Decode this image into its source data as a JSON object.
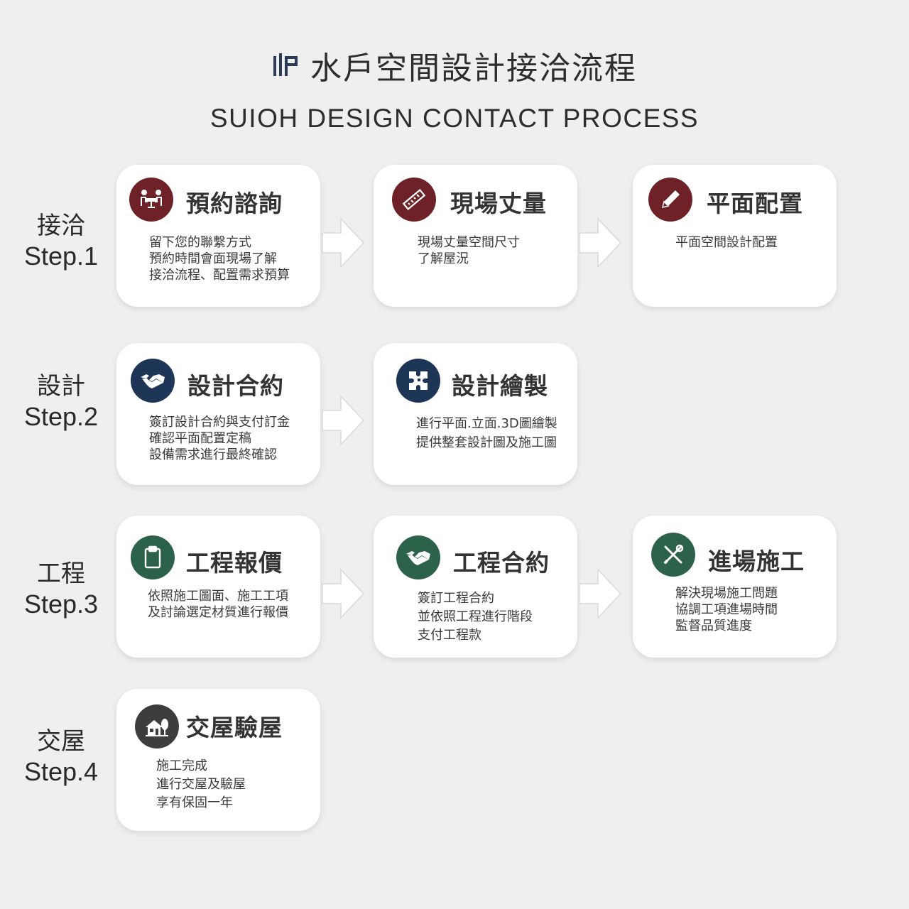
{
  "header": {
    "title_zh": "水戶空間設計接洽流程",
    "title_en": "SUIOH DESIGN CONTACT PROCESS"
  },
  "steps": [
    {
      "zh": "接洽",
      "en": "Step.1",
      "cards": [
        {
          "title": "預約諮詢",
          "icon": "meeting-icon",
          "color": "#6e2227",
          "lines": [
            "留下您的聯繫方式",
            "預約時間會面現場了解",
            "接洽流程、配置需求預算"
          ]
        },
        {
          "title": "現場丈量",
          "icon": "ruler-icon",
          "color": "#6e2227",
          "lines": [
            "現場丈量空間尺寸",
            "了解屋況"
          ]
        },
        {
          "title": "平面配置",
          "icon": "pencil-icon",
          "color": "#6e2227",
          "lines": [
            "平面空間設計配置"
          ]
        }
      ]
    },
    {
      "zh": "設計",
      "en": "Step.2",
      "cards": [
        {
          "title": "設計合約",
          "icon": "handshake-icon",
          "color": "#1d3557",
          "lines": [
            "簽訂設計合約與支付訂金",
            "確認平面配置定稿",
            "設備需求進行最終確認"
          ]
        },
        {
          "title": "設計繪製",
          "icon": "puzzle-icon",
          "color": "#1d3557",
          "lines": [
            "進行平面.立面.3D圖繪製",
            "提供整套設計圖及施工圖"
          ]
        }
      ]
    },
    {
      "zh": "工程",
      "en": "Step.3",
      "cards": [
        {
          "title": "工程報價",
          "icon": "clipboard-icon",
          "color": "#2c6249",
          "lines": [
            "依照施工圖面、施工工項",
            "及討論選定材質進行報價"
          ]
        },
        {
          "title": "工程合約",
          "icon": "handshake-icon",
          "color": "#2c6249",
          "lines": [
            "簽訂工程合約",
            "並依照工程進行階段",
            "支付工程款"
          ]
        },
        {
          "title": "進場施工",
          "icon": "tools-icon",
          "color": "#2c6249",
          "lines": [
            "解決現場施工問題",
            "協調工項進場時間",
            "監督品質進度"
          ]
        }
      ]
    },
    {
      "zh": "交屋",
      "en": "Step.4",
      "cards": [
        {
          "title": "交屋驗屋",
          "icon": "house-icon",
          "color": "#3d3d3d",
          "lines": [
            "施工完成",
            "進行交屋及驗屋",
            "享有保固一年"
          ]
        }
      ]
    }
  ]
}
